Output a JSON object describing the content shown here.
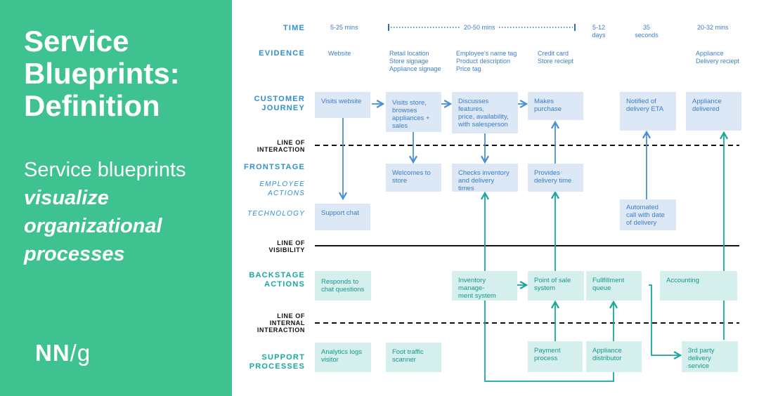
{
  "sidebar": {
    "title_lines": [
      "Service",
      "Blueprints:",
      "Definition"
    ],
    "subtitle_plain": "Service blueprints",
    "subtitle_emphasis": [
      "visualize",
      "organizational",
      "processes"
    ],
    "logo": {
      "nn": "NN",
      "slash": "/",
      "g": "g"
    }
  },
  "rows": {
    "time": "TIME",
    "evidence": "EVIDENCE",
    "customer_journey": [
      "CUSTOMER",
      "JOURNEY"
    ],
    "line_interaction": [
      "LINE OF",
      "INTERACTION"
    ],
    "frontstage": "FRONTSTAGE",
    "employee_actions": [
      "EMPLOYEE",
      "ACTIONS"
    ],
    "technology": "TECHNOLOGY",
    "line_visibility": [
      "LINE OF",
      "VISIBILITY"
    ],
    "backstage": [
      "BACKSTAGE",
      "ACTIONS"
    ],
    "line_internal": [
      "LINE OF",
      "INTERNAL",
      "INTERACTION"
    ],
    "support": [
      "SUPPORT",
      "PROCESSES"
    ]
  },
  "time": {
    "t1": "5-25 mins",
    "t2": "20-50 mins",
    "t3": [
      "5-12",
      "days"
    ],
    "t4": [
      "35",
      "seconds"
    ],
    "t5": "20-32 mins"
  },
  "evidence": {
    "e1": [
      "Website"
    ],
    "e2": [
      "Retail location",
      "Store signage",
      "Appliance signage"
    ],
    "e3": [
      "Employee's name tag",
      "Product description",
      "Price tag"
    ],
    "e4": [
      "Credit card",
      "Store reciept"
    ],
    "e5": [
      "Appliance",
      "Delivery reciept"
    ]
  },
  "customer_journey": {
    "c1": [
      "Visits website"
    ],
    "c2": [
      "Visits store,",
      "browses",
      "appliances +",
      "sales"
    ],
    "c3": [
      "Discusses features,",
      "price, availability,",
      "with salesperson"
    ],
    "c4": [
      "Makes purchase"
    ],
    "c5": [
      "Notified of",
      "delivery ETA"
    ],
    "c6": [
      "Appliance",
      "delivered"
    ]
  },
  "frontstage": {
    "f1": [
      "Welcomes to",
      "store"
    ],
    "f2": [
      "Checks inventory",
      "and delivery times"
    ],
    "f3": [
      "Provides",
      "delivery time"
    ],
    "tech1": [
      "Support chat"
    ],
    "tech2": [
      "Automated",
      "call with date",
      "of delivery"
    ]
  },
  "backstage": {
    "b1": [
      "Responds to",
      "chat questions"
    ],
    "b2": [
      "Inventory manage-",
      "ment system"
    ],
    "b3": [
      "Point of sale",
      "system"
    ],
    "b4": [
      "Fullfillment",
      "queue"
    ],
    "b5": [
      "Accounting"
    ]
  },
  "support": {
    "s1": [
      "Analytics logs",
      "visitor"
    ],
    "s2": [
      "Foot traffic",
      "scanner"
    ],
    "s3": [
      "Payment",
      "process"
    ],
    "s4": [
      "Appliance",
      "distributor"
    ],
    "s5": [
      "3rd party",
      "delivery service"
    ]
  },
  "colors": {
    "sidebar_bg": "#3ec28f",
    "frontstage_blue": "#2f8fd0",
    "box_blue_bg": "#dce8f5",
    "backstage_teal": "#17a89e",
    "box_teal_bg": "#d4efec"
  }
}
